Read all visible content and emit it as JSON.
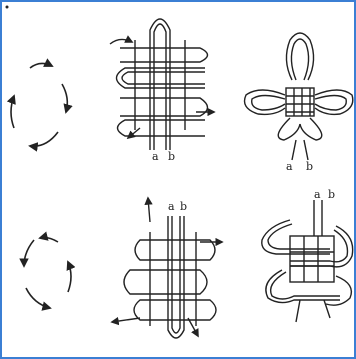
{
  "colors": {
    "border": "#3b7fd4",
    "ink": "#222222"
  },
  "steps": [
    {
      "id": "step-1",
      "labels": [],
      "icon": "rotation-arrows-circle-icon"
    },
    {
      "id": "step-2",
      "labels": [
        "a",
        "b"
      ],
      "icon": "knot-weaving-diagram"
    },
    {
      "id": "step-3",
      "labels": [
        "a",
        "b"
      ],
      "icon": "finished-knot-icon"
    },
    {
      "id": "step-4",
      "labels": [],
      "icon": "rotation-arrows-circle-icon"
    },
    {
      "id": "step-5",
      "labels": [
        "a",
        "b"
      ],
      "icon": "knot-weaving-diagram"
    },
    {
      "id": "step-6",
      "labels": [
        "a",
        "b"
      ],
      "icon": "finished-knot-icon"
    }
  ]
}
